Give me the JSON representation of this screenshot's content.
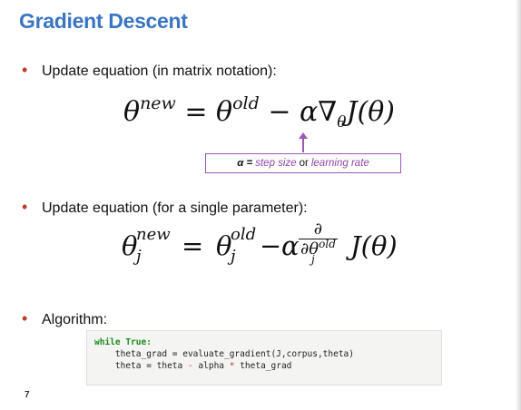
{
  "title": "Gradient Descent",
  "bullets": [
    "Update equation (in matrix notation):",
    "Update equation (for a single parameter):",
    "Algorithm:"
  ],
  "equation1": {
    "theta": "θ",
    "new": "new",
    "eq": " = ",
    "old": "old",
    "minus": " − ",
    "alpha": "α",
    "nabla": "∇",
    "sub_theta": "θ",
    "J": "J(θ)"
  },
  "callout": {
    "alpha_part": "α = ",
    "step_size": "step size",
    "or": "or",
    "learning_rate": "learning rate"
  },
  "equation2": {
    "theta": "θ",
    "new": "new",
    "j": "j",
    "eq": "=",
    "old": "old",
    "minus": "−",
    "alpha": "α",
    "partial": "∂",
    "den_partial": "∂θ",
    "J": "J(θ)"
  },
  "code": {
    "line1_kw": "while True:",
    "line2": "    theta_grad = evaluate_gradient(J,corpus,theta)",
    "line3_a": "    theta = theta ",
    "line3_op1": "-",
    "line3_b": " alpha ",
    "line3_op2": "*",
    "line3_c": " theta_grad"
  },
  "page_number": "7",
  "colors": {
    "title": "#3a75c4",
    "bullet": "#c0392b",
    "callout": "#9b59b6"
  }
}
